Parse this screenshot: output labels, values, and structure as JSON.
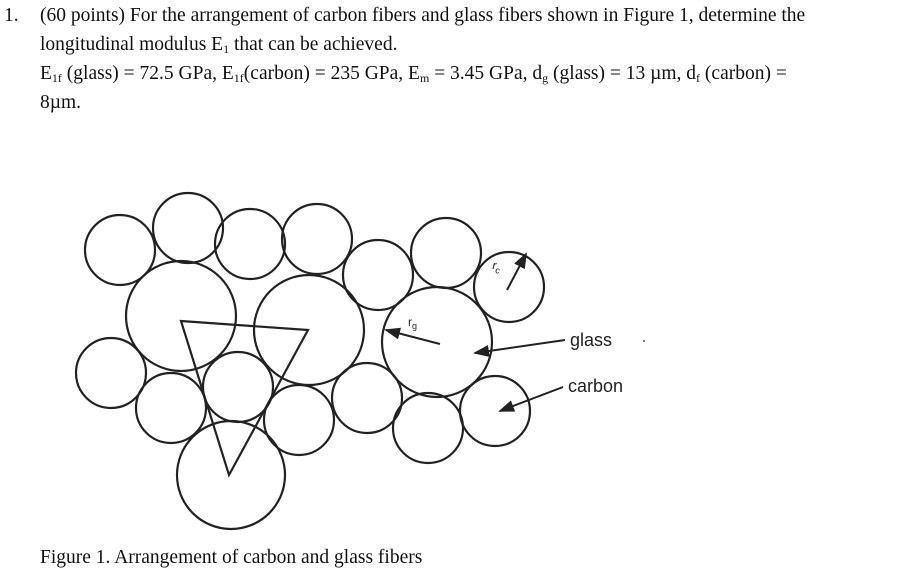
{
  "question": {
    "number": "1.",
    "line1": "(60 points) For the arrangement of carbon fibers and glass fibers shown in Figure 1, determine the",
    "line2_pre": "longitudinal modulus E",
    "line2_sub": "1",
    "line2_post": " that can be achieved.",
    "given": {
      "e1f_glass_label": "E",
      "e1f_glass_sub": "1f",
      "e1f_glass_text": " (glass) = 72.5 GPa, ",
      "e1f_carbon_label": "E",
      "e1f_carbon_sub": "1f",
      "e1f_carbon_text": "(carbon) = 235 GPa, ",
      "em_label": "E",
      "em_sub": "m",
      "em_text": " = 3.45 GPa, ",
      "dg_label": "d",
      "dg_sub": "g",
      "dg_text": " (glass) = 13 µm, ",
      "df_label": "d",
      "df_sub": "f",
      "df_text": " (carbon) =",
      "continuation": "8µm."
    }
  },
  "figure": {
    "labels": {
      "glass": "glass",
      "carbon": "carbon",
      "rg": "r",
      "rg_sub": "g",
      "rc": "r",
      "rc_sub": "c"
    },
    "caption": "Figure 1. Arrangement of carbon and glass fibers"
  }
}
